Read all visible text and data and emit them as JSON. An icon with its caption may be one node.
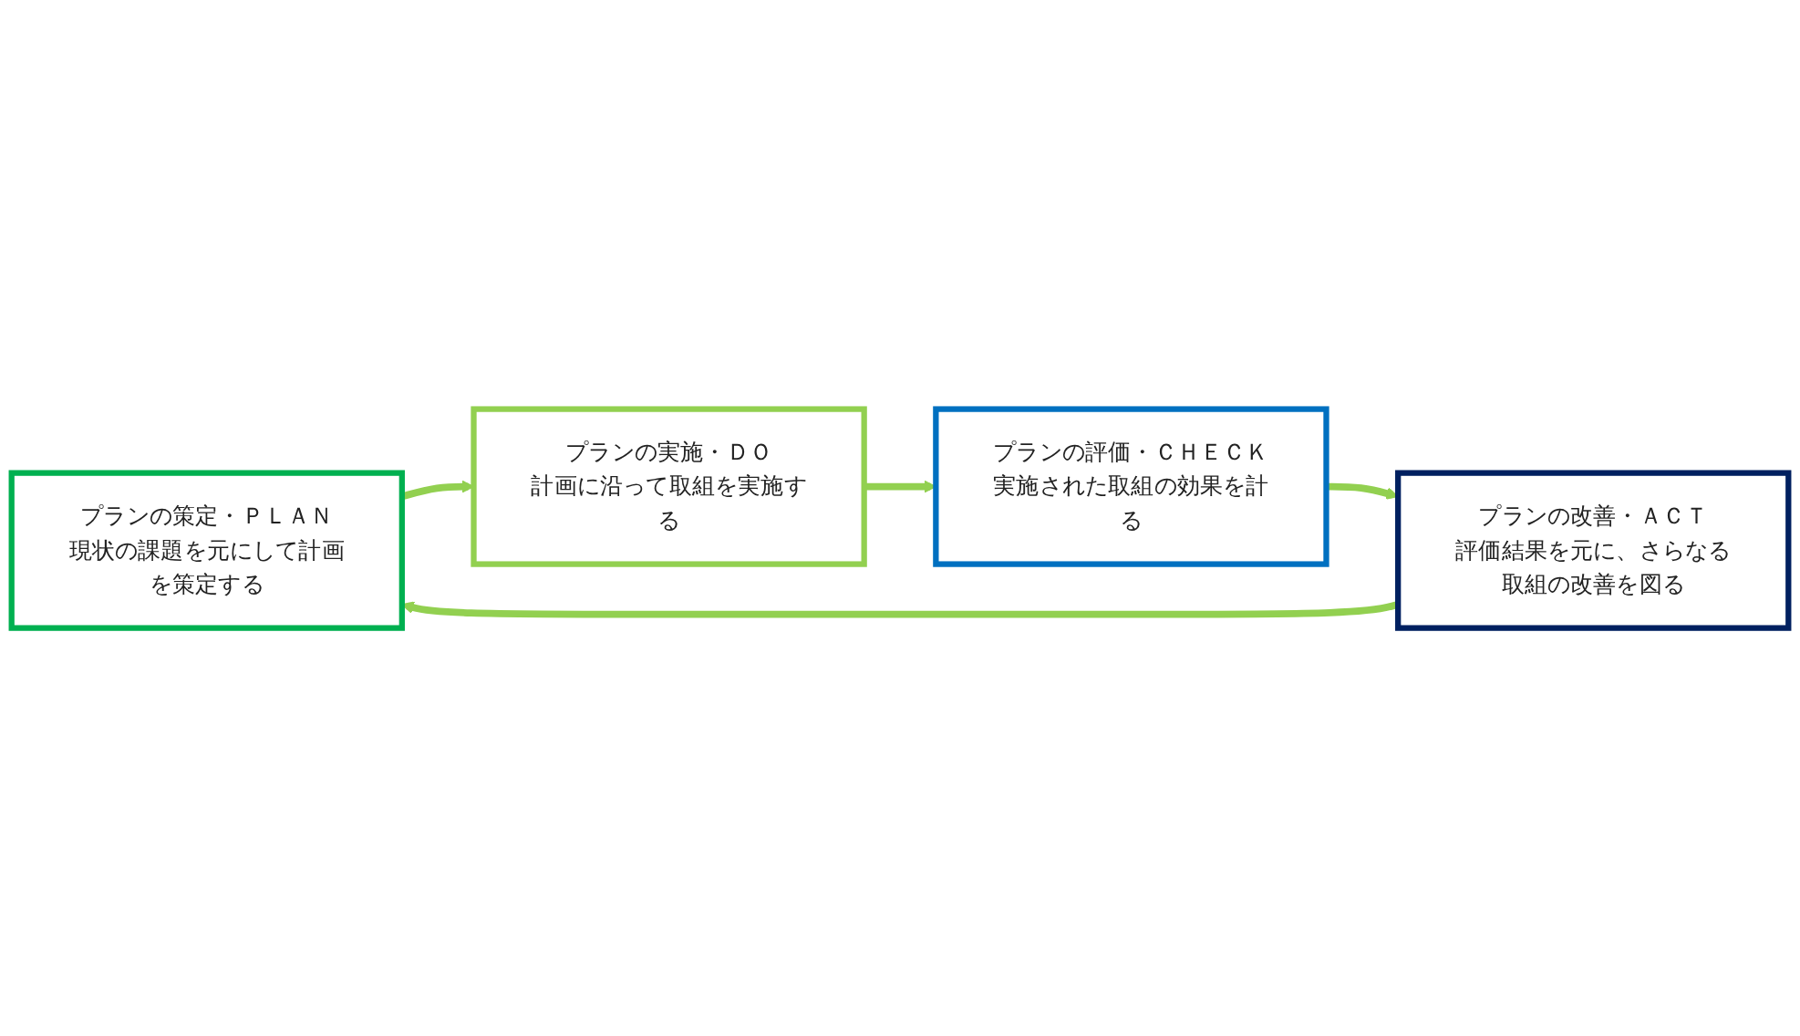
{
  "diagram": {
    "nodes": [
      {
        "text": [
          "プランの策定・ＰＬＡＮ",
          "現状の課題を元にして計画を策定する"
        ]
      },
      {
        "text": [
          "プランの実施・ＤＯ",
          "計画に沿って取組を実施する"
        ]
      },
      {
        "text": [
          "プランの評価・ＣＨＥＣＫ",
          "実施された取組の効果を計る"
        ]
      },
      {
        "text": [
          "プランの改善・ＡＣＴ",
          "評価結果を元に、さらなる取組の改善を図る"
        ]
      }
    ],
    "edges": [
      {
        "from": 0,
        "to": 1,
        "arrow": "to"
      },
      {
        "from": 1,
        "to": 2,
        "arrow": "to"
      },
      {
        "from": 2,
        "to": 3,
        "arrow": "to"
      },
      {
        "from": 3,
        "to": 0,
        "arrow": "to"
      }
    ]
  }
}
